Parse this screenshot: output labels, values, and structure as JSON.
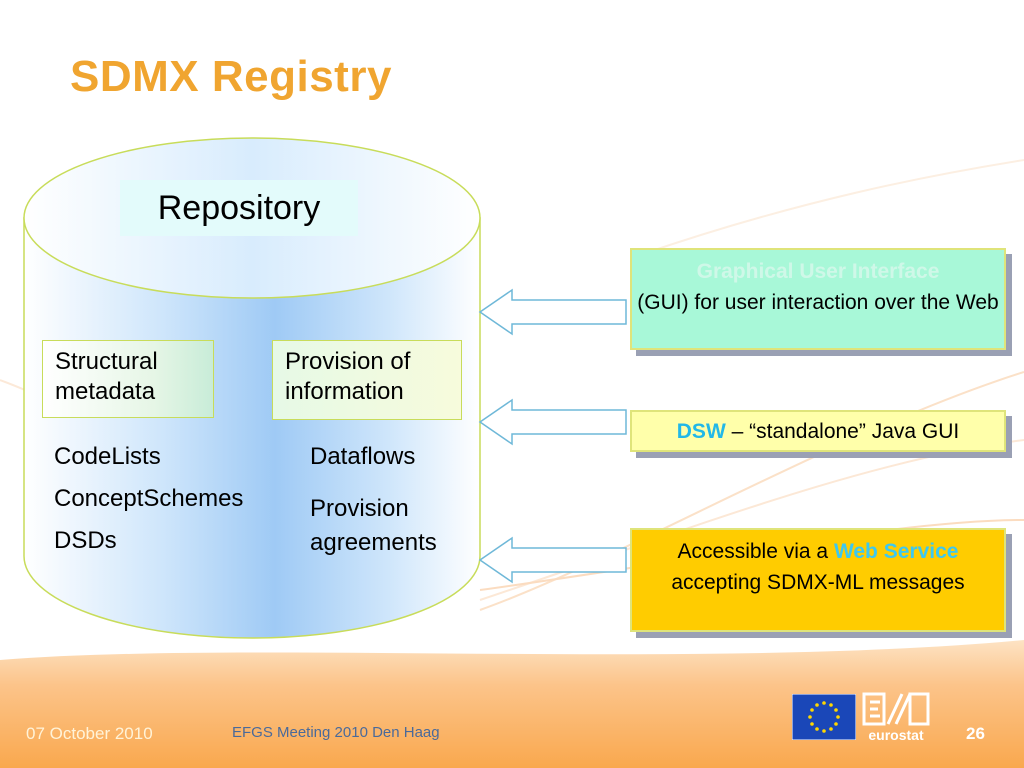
{
  "title": "SDMX Registry",
  "repository": {
    "label": "Repository",
    "structural": {
      "label": "Structural metadata",
      "items": [
        "CodeLists",
        "ConceptSchemes",
        "DSDs"
      ]
    },
    "provision": {
      "label": "Provision of information",
      "items": [
        "Dataflows",
        "Provision agreements"
      ]
    }
  },
  "callouts": {
    "gui": {
      "highlight": "Graphical User Interface",
      "text": "(GUI) for user interaction over the Web"
    },
    "dsw": {
      "highlight": "DSW",
      "text": " – “standalone” Java GUI"
    },
    "webservice": {
      "prefix": "Accessible via a ",
      "highlight": "Web Service",
      "text": "accepting SDMX-ML messages"
    }
  },
  "footer": {
    "date": "07 October 2010",
    "meeting": "EFGS Meeting 2010 Den Haag",
    "page": "26",
    "logo_text": "eurostat"
  },
  "colors": {
    "title": "#f0a530",
    "footer_band": "#fbb56e",
    "gui_bg": "#a8f8d8",
    "dsw_bg": "#ffffaa",
    "ws_bg": "#ffcc00"
  },
  "icons": {
    "eu_flag": "eu-flag-icon",
    "eurostat": "eurostat-logo-icon"
  }
}
